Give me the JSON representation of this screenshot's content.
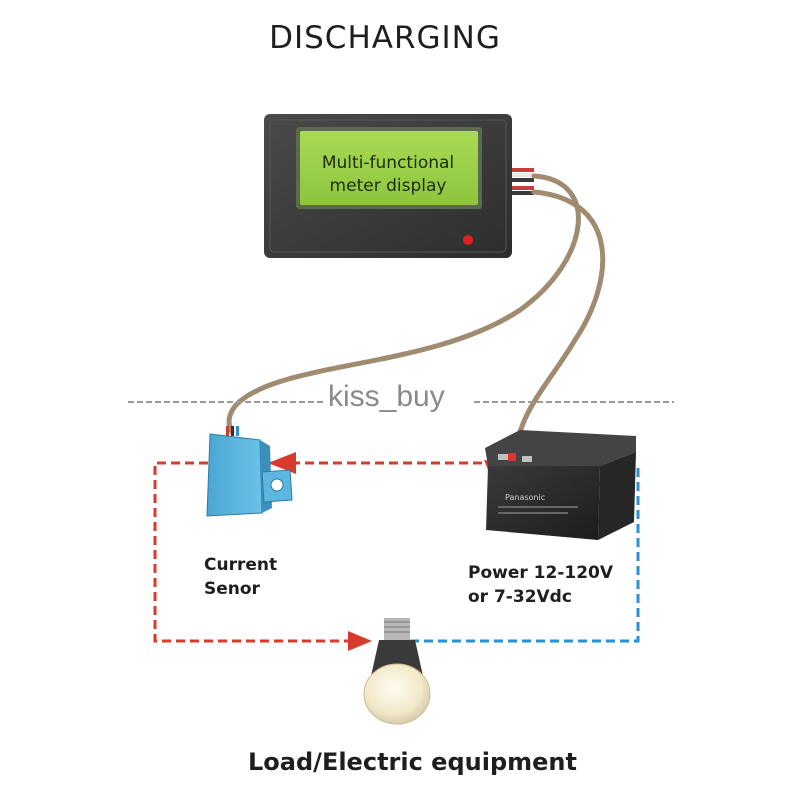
{
  "title": "DISCHARGING",
  "meter": {
    "line1": "Multi-functional",
    "line2": "meter display"
  },
  "battery_brand": "Panasonic",
  "current_sensor_label": {
    "line1": "Current",
    "line2": "Senor"
  },
  "power_label": {
    "line1": "Power 12-120V",
    "line2": "or 7-32Vdc"
  },
  "load_label": "Load/Electric equipment",
  "overlay_watermark": "kiss_buy",
  "colors": {
    "red_path": "#d93a2e",
    "blue_path": "#2b8fd0",
    "lcd_green": "#9ed24a",
    "meter_body": "#3d3d3d",
    "cable": "#a08a70",
    "sensor": "#5ab4de",
    "battery": "#2a2a2a"
  }
}
